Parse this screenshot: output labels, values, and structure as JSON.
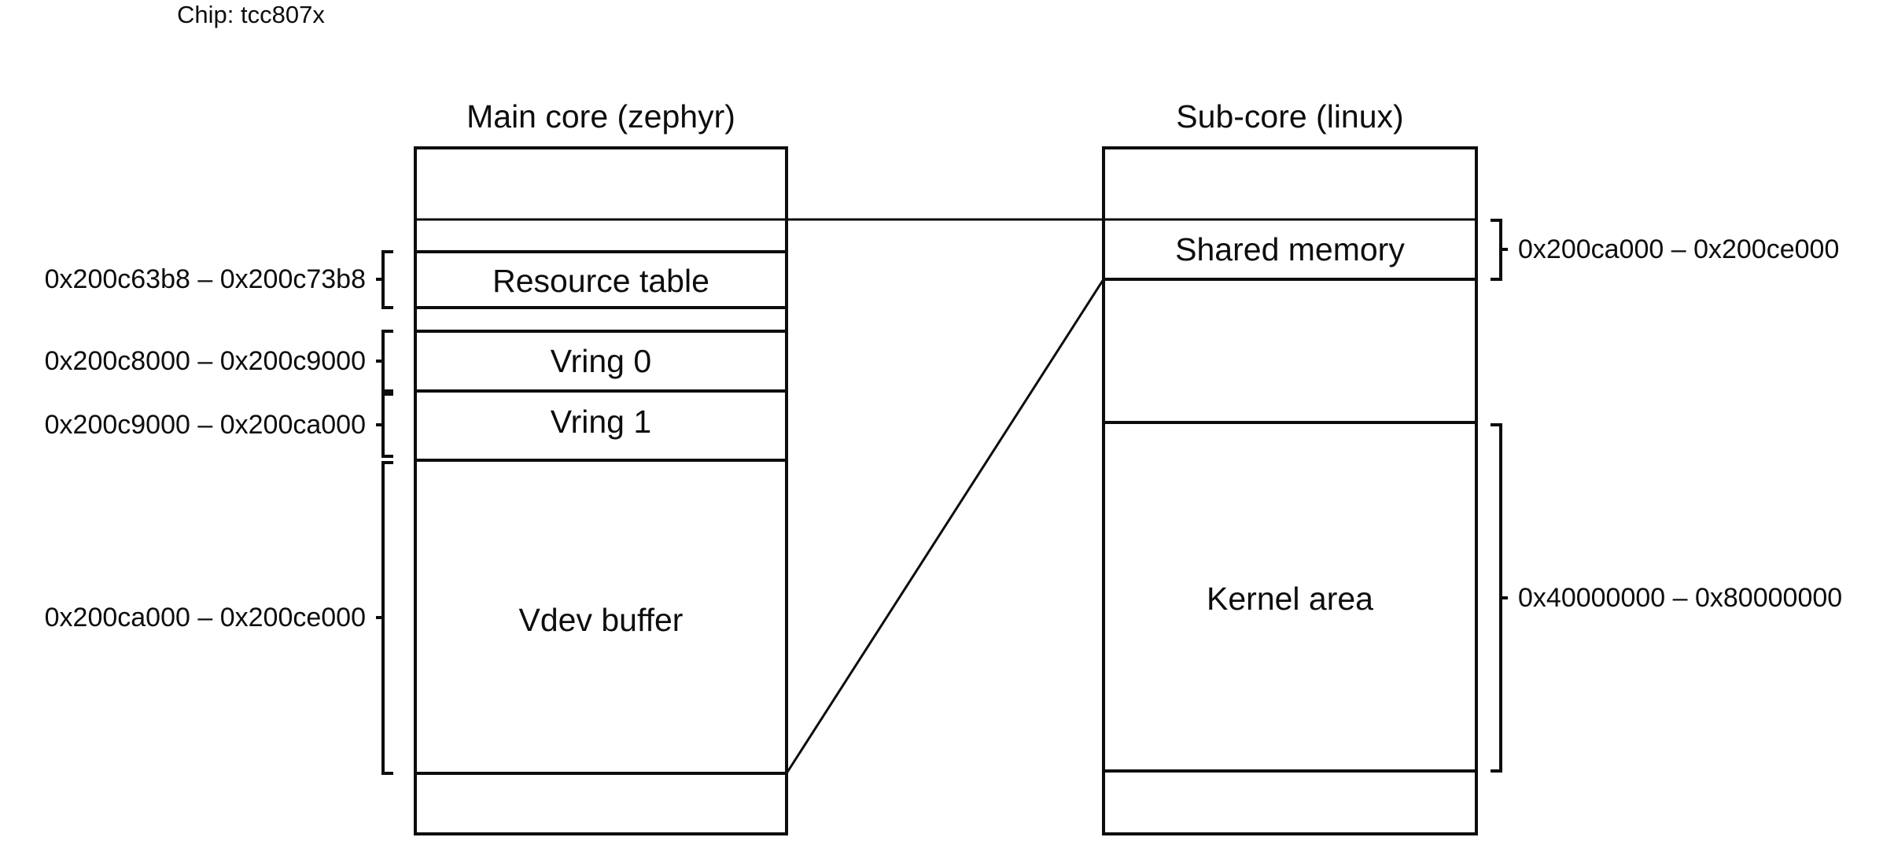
{
  "diagram": {
    "title": "Chip: tcc807x",
    "columns": [
      {
        "id": "main-core",
        "header": "Main core (zephyr)",
        "regions": [
          {
            "id": "main-top-unlabeled",
            "label": ""
          },
          {
            "id": "main-gap-upper",
            "label": ""
          },
          {
            "id": "resource-table",
            "label": "Resource table"
          },
          {
            "id": "main-gap-lower",
            "label": ""
          },
          {
            "id": "vring-0",
            "label": "Vring 0"
          },
          {
            "id": "vring-1",
            "label": "Vring 1"
          },
          {
            "id": "vdev-buffer",
            "label": "Vdev buffer"
          },
          {
            "id": "main-bottom-unlabeled",
            "label": ""
          }
        ]
      },
      {
        "id": "sub-core",
        "header": "Sub-core (linux)",
        "regions": [
          {
            "id": "sub-top-unlabeled",
            "label": ""
          },
          {
            "id": "shared-memory",
            "label": "Shared memory"
          },
          {
            "id": "sub-gap-middle",
            "label": ""
          },
          {
            "id": "kernel-area",
            "label": "Kernel area"
          },
          {
            "id": "sub-bottom-unlabeled",
            "label": ""
          }
        ]
      }
    ],
    "address_ranges": {
      "left": [
        {
          "id": "addr-resource-table",
          "text": "0x200c63b8 – 0x200c73b8",
          "target": "resource-table"
        },
        {
          "id": "addr-vring-0",
          "text": "0x200c8000 – 0x200c9000",
          "target": "vring-0"
        },
        {
          "id": "addr-vring-1",
          "text": "0x200c9000 – 0x200ca000",
          "target": "vring-1"
        },
        {
          "id": "addr-vdev-buffer",
          "text": "0x200ca000 – 0x200ce000",
          "target": "vdev-buffer"
        }
      ],
      "right": [
        {
          "id": "addr-shared-memory",
          "text": "0x200ca000 – 0x200ce000",
          "target": "shared-memory"
        },
        {
          "id": "addr-kernel-area",
          "text": "0x40000000 – 0x80000000",
          "target": "kernel-area"
        }
      ]
    },
    "colors": {
      "stroke": "#0d0d0d",
      "background": "#ffffff",
      "text": "#0d0d0d"
    }
  }
}
